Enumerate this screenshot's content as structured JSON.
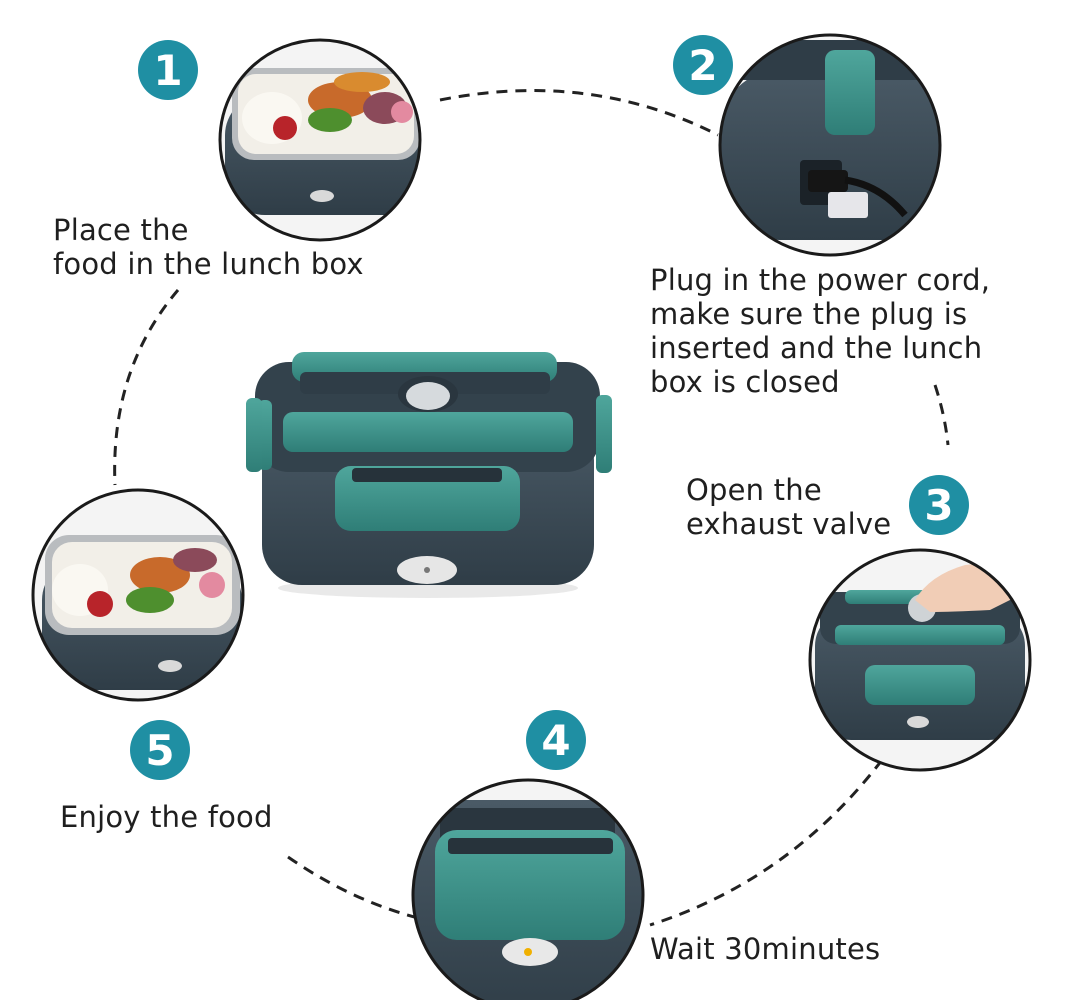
{
  "colors": {
    "accent": "#1f8fa3",
    "box_body": "#3a4a55",
    "box_lid_trim": "#3e8f87",
    "dashed_line": "#222222"
  },
  "steps": [
    {
      "number": "1",
      "text": "Place the\nfood in the lunch box"
    },
    {
      "number": "2",
      "text": "Plug in the power cord,\nmake sure the plug is\ninserted and the lunch\nbox is closed"
    },
    {
      "number": "3",
      "text": "Open the\nexhaust valve"
    },
    {
      "number": "4",
      "text": "Wait 30minutes"
    },
    {
      "number": "5",
      "text": "Enjoy the food"
    }
  ]
}
